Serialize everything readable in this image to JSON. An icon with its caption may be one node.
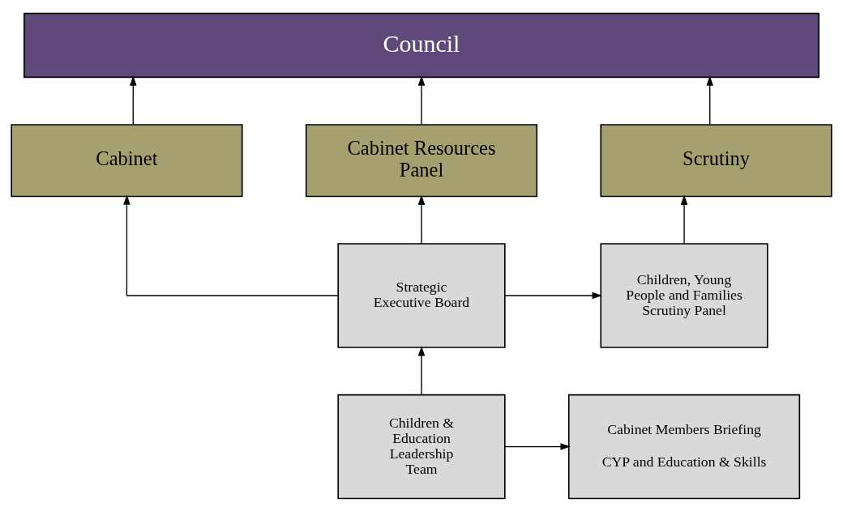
{
  "diagram": {
    "nodes": [
      {
        "text": [
          "Council"
        ]
      },
      {
        "text": [
          "Cabinet"
        ]
      },
      {
        "text": [
          "Cabinet Resources Panel"
        ]
      },
      {
        "text": [
          "Scrutiny"
        ]
      },
      {
        "text": [
          "Strategic Executive Board"
        ]
      },
      {
        "text": [
          "Children, Young People and Families Scrutiny Panel"
        ]
      },
      {
        "text": [
          "Cabinet Members Briefing",
          "CYP and Education & Skills"
        ]
      },
      {
        "text": [
          "Children & Education Leadership Team"
        ]
      }
    ],
    "edges": [
      {
        "from": 1,
        "to": 0,
        "arrow": "to"
      },
      {
        "from": 2,
        "to": 0,
        "arrow": "to"
      },
      {
        "from": 3,
        "to": 0,
        "arrow": "to"
      },
      {
        "from": 4,
        "to": 1,
        "arrow": "to"
      },
      {
        "from": 4,
        "to": 2,
        "arrow": "to"
      },
      {
        "from": 4,
        "to": 5,
        "arrow": "to"
      },
      {
        "from": 5,
        "to": 3,
        "arrow": "to"
      },
      {
        "from": 7,
        "to": 4,
        "arrow": "to"
      },
      {
        "from": 7,
        "to": 6,
        "arrow": "to"
      }
    ]
  }
}
